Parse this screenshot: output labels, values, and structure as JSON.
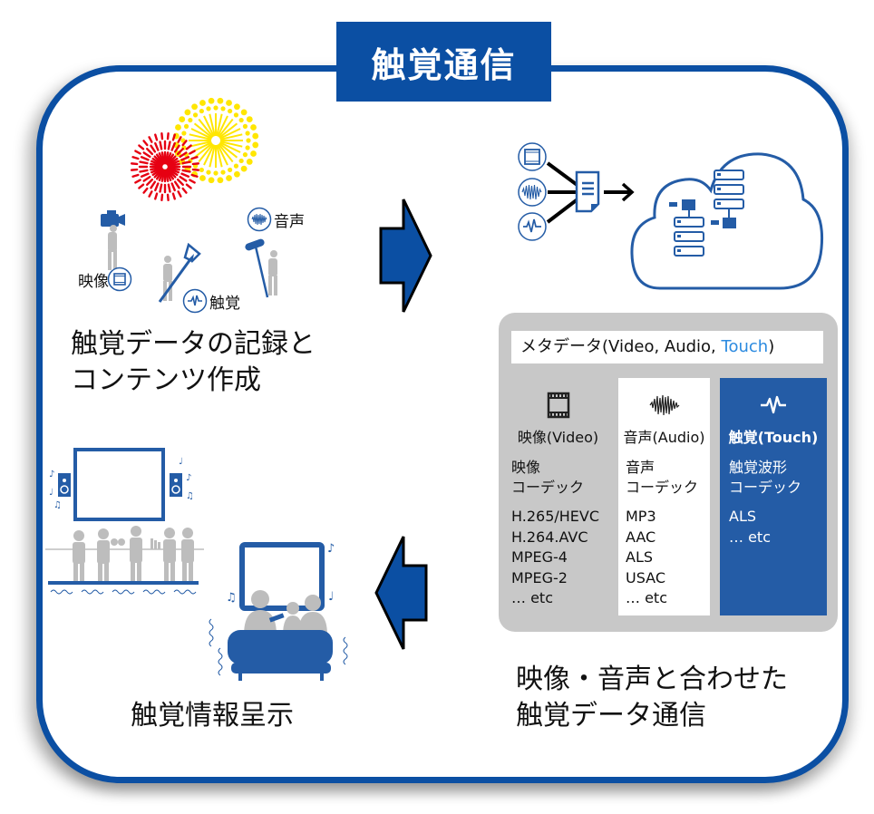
{
  "title": "触覚通信",
  "colors": {
    "brand_blue": "#0b4fa3",
    "touch_blue": "#245ca6",
    "touch_text": "#2b8ae0",
    "panel_gray": "#c8c8c8",
    "firework_red": "#e60012",
    "firework_yellow": "#ffe600",
    "figure_gray": "#bdbdbd"
  },
  "recording": {
    "caption_line1": "触覚データの記録と",
    "caption_line2": "コンテンツ作成",
    "labels": {
      "video": "映像",
      "audio": "音声",
      "touch": "触覚"
    },
    "icons": [
      "fireworks-icon",
      "video-camera-icon",
      "boom-microphone-icon",
      "haptic-sensor-icon",
      "film-icon",
      "audio-wave-icon",
      "haptic-wave-icon"
    ]
  },
  "cloud": {
    "icons": [
      "film-icon",
      "audio-wave-icon",
      "haptic-wave-icon",
      "document-icon",
      "arrow-right-icon",
      "cloud-icon",
      "server-icon"
    ]
  },
  "metadata": {
    "header_prefix": "メタデータ(Video, Audio, ",
    "header_touch": "Touch",
    "header_suffix": ")",
    "columns": [
      {
        "id": "video",
        "icon": "film-icon",
        "title": "映像(Video)",
        "body_line1": "映像",
        "body_line2": "コーデック",
        "codecs": [
          "H.265/HEVC",
          "H.264.AVC",
          "MPEG-4",
          "MPEG-2",
          "… etc"
        ]
      },
      {
        "id": "audio",
        "icon": "audio-wave-icon",
        "title": "音声(Audio)",
        "body_line1": "音声",
        "body_line2": "コーデック",
        "codecs": [
          "MP3",
          "AAC",
          "ALS",
          "USAC",
          "… etc"
        ]
      },
      {
        "id": "touch",
        "icon": "haptic-wave-icon",
        "title": "触覚(Touch)",
        "body_line1": "触覚波形",
        "body_line2": "コーデック",
        "codecs": [
          "ALS",
          "… etc"
        ]
      }
    ]
  },
  "transmission": {
    "caption_line1": "映像・音声と合わせた",
    "caption_line2": "触覚データ通信"
  },
  "presentation": {
    "caption": "触覚情報呈示",
    "icons": [
      "screen-icon",
      "speaker-icon",
      "music-note-icon",
      "crowd-icon",
      "tv-icon",
      "sofa-icon",
      "vibration-icon"
    ]
  }
}
